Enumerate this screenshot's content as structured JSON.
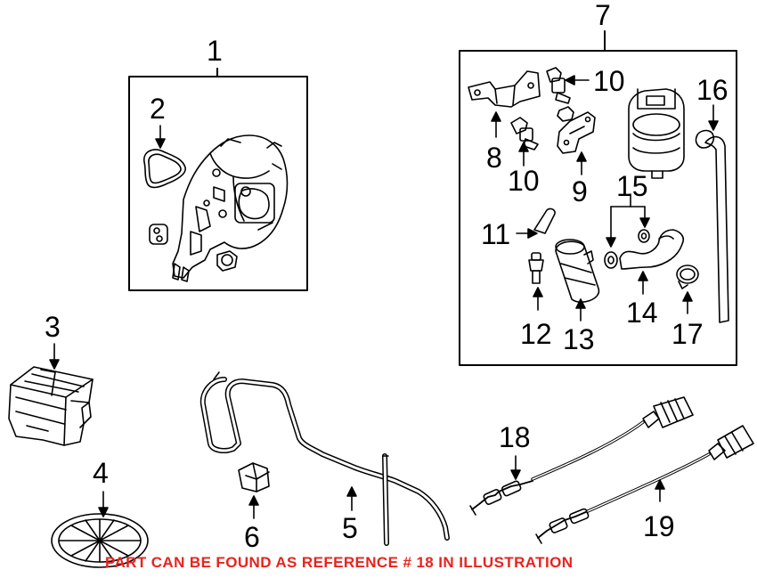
{
  "callouts": {
    "c1": "1",
    "c2": "2",
    "c3": "3",
    "c4": "4",
    "c5": "5",
    "c6": "6",
    "c7": "7",
    "c8": "8",
    "c9": "9",
    "c10a": "10",
    "c10b": "10",
    "c11": "11",
    "c12": "12",
    "c13": "13",
    "c14": "14",
    "c15": "15",
    "c16": "16",
    "c17": "17",
    "c18": "18",
    "c19": "19"
  },
  "caption": "PART CAN BE FOUND AS REFERENCE # 18 IN ILLUSTRATION",
  "colors": {
    "line": "#000000",
    "caption": "#e8231e",
    "background": "#ffffff"
  }
}
